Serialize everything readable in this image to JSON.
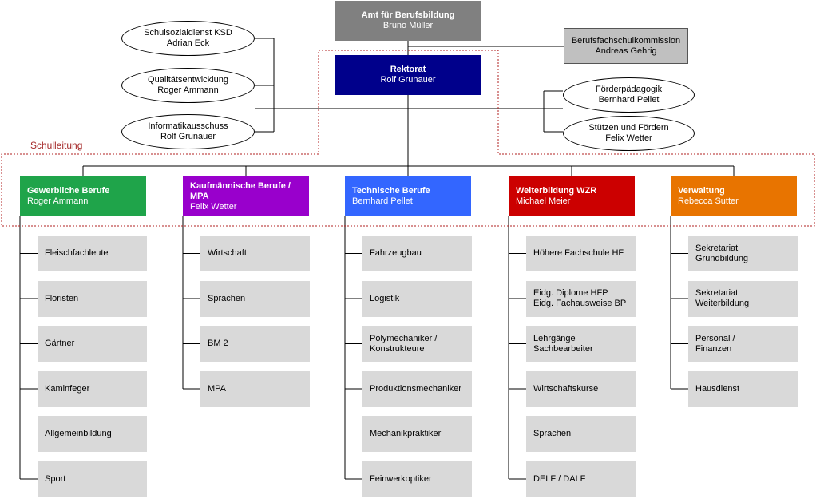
{
  "top": {
    "amt": {
      "title": "Amt für Berufsbildung",
      "name": "Bruno Müller",
      "color": "#808080"
    },
    "rektorat": {
      "title": "Rektorat",
      "name": "Rolf Grunauer",
      "color": "#00008b"
    },
    "kommission": {
      "title": "Berufsfachschulkommission",
      "name": "Andreas Gehrig"
    }
  },
  "staff_left": [
    {
      "title": "Schulsozialdienst KSD",
      "name": "Adrian Eck"
    },
    {
      "title": "Qualitätsentwicklung",
      "name": "Roger Ammann"
    },
    {
      "title": "Informatikausschuss",
      "name": "Rolf Grunauer"
    }
  ],
  "staff_right": [
    {
      "title": "Förderpädagogik",
      "name": "Bernhard Pellet"
    },
    {
      "title": "Stützen und Fördern",
      "name": "Felix Wetter"
    }
  ],
  "schulleitung_label": "Schulleitung",
  "departments": [
    {
      "title": "Gewerbliche Berufe",
      "head": "Roger Ammann",
      "color": "#1fa44a",
      "items": [
        [
          "Fleischfachleute"
        ],
        [
          "Floristen"
        ],
        [
          "Gärtner"
        ],
        [
          "Kaminfeger"
        ],
        [
          "Allgemeinbildung"
        ],
        [
          "Sport"
        ]
      ]
    },
    {
      "title": "Kaufmännische Berufe / MPA",
      "head": "Felix Wetter",
      "color": "#9900cc",
      "items": [
        [
          "Wirtschaft"
        ],
        [
          "Sprachen"
        ],
        [
          "BM 2"
        ],
        [
          "MPA"
        ]
      ]
    },
    {
      "title": "Technische Berufe",
      "head": "Bernhard Pellet",
      "color": "#3366ff",
      "items": [
        [
          "Fahrzeugbau"
        ],
        [
          "Logistik"
        ],
        [
          "Polymechaniker /",
          "Konstrukteure"
        ],
        [
          "Produktionsmechaniker"
        ],
        [
          "Mechanikpraktiker"
        ],
        [
          "Feinwerkoptiker"
        ]
      ]
    },
    {
      "title": "Weiterbildung WZR",
      "head": "Michael Meier",
      "color": "#cc0000",
      "items": [
        [
          "Höhere Fachschule HF"
        ],
        [
          "Eidg. Diplome HFP",
          "Eidg. Fachausweise BP"
        ],
        [
          "Lehrgänge Sachbearbeiter"
        ],
        [
          "Wirtschaftskurse"
        ],
        [
          "Sprachen"
        ],
        [
          "DELF / DALF"
        ]
      ]
    },
    {
      "title": "Verwaltung",
      "head": "Rebecca Sutter",
      "color": "#e87400",
      "items": [
        [
          "Sekretariat",
          "Grundbildung"
        ],
        [
          "Sekretariat",
          "Weiterbildung"
        ],
        [
          "Personal /",
          "Finanzen"
        ],
        [
          "Hausdienst"
        ]
      ]
    }
  ]
}
